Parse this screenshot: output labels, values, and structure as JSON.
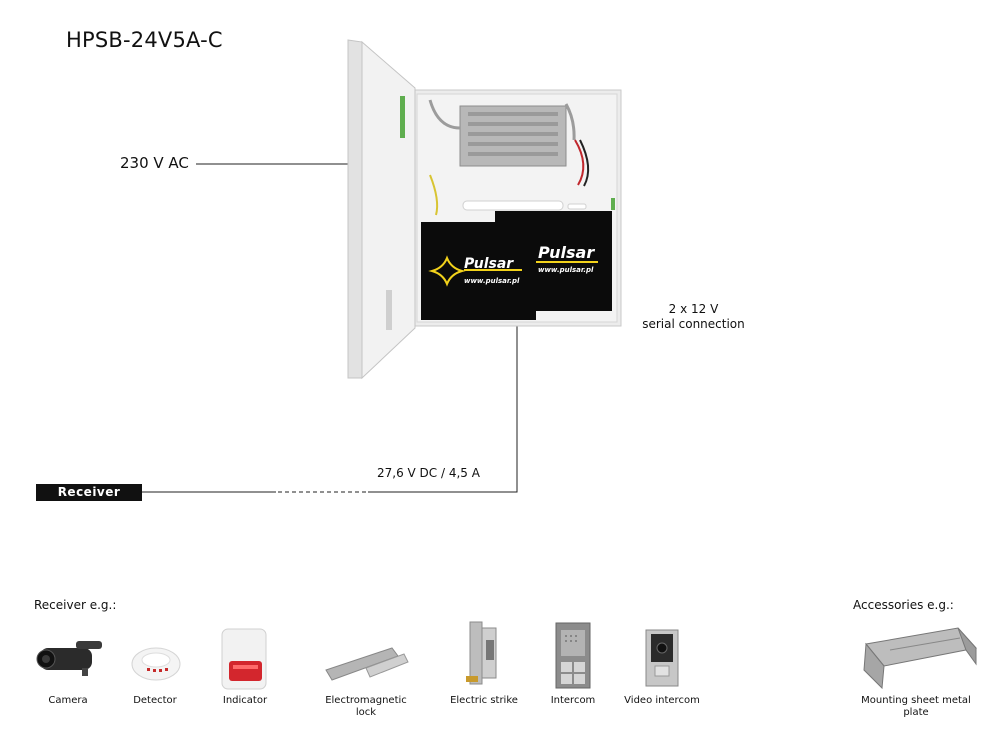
{
  "title": "HPSB-24V5A-C",
  "input_label": "230 V AC",
  "battery_label_line1": "2 x 12 V",
  "battery_label_line2": "serial connection",
  "output_label": "27,6 V DC / 4,5 A",
  "receiver_box_label": "Receiver",
  "battery_brand": "Pulsar",
  "battery_url": "www.pulsar.pl",
  "receiver_examples_title": "Receiver e.g.:",
  "accessories_title": "Accessories e.g.:",
  "receivers": [
    {
      "label": "Camera",
      "icon": "camera-icon"
    },
    {
      "label": "Detector",
      "icon": "detector-icon"
    },
    {
      "label": "Indicator",
      "icon": "indicator-icon"
    },
    {
      "label_line1": "Electromagnetic",
      "label_line2": "lock",
      "icon": "electromagnetic-lock-icon"
    },
    {
      "label": "Electric strike",
      "icon": "electric-strike-icon"
    },
    {
      "label": "Intercom",
      "icon": "intercom-icon"
    },
    {
      "label": "Video intercom",
      "icon": "video-intercom-icon"
    }
  ],
  "accessories": [
    {
      "label": "Mounting sheet metal plate",
      "icon": "mounting-plate-icon"
    }
  ],
  "colors": {
    "battery": "#0b0b0b",
    "brand_accent": "#f2d21b",
    "enclosure": "#eeeeee",
    "line": "#222222"
  }
}
